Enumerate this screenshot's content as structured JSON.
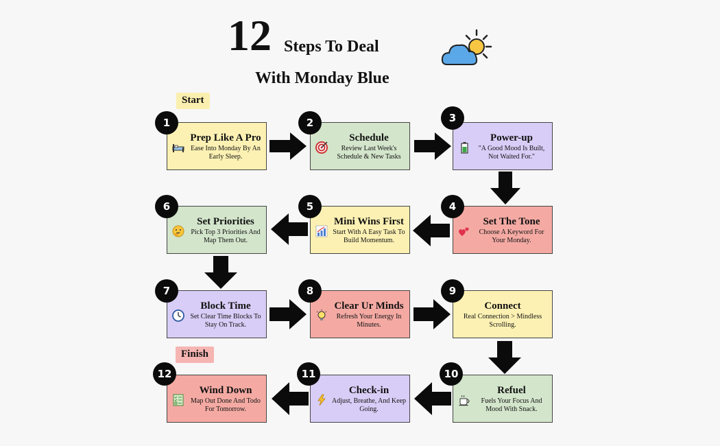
{
  "title": {
    "number": "12",
    "line1": "Steps To Deal",
    "line2": "With Monday Blue"
  },
  "labels": {
    "start": "Start",
    "finish": "Finish"
  },
  "icons": {
    "header": "sun-behind-cloud-icon"
  },
  "colors": {
    "yellow": "#fcf1b3",
    "green": "#d3e5cb",
    "purple": "#d8cdf6",
    "red": "#f4aaa3",
    "badge": "#0b0b0b",
    "arrow": "#0b0b0b"
  },
  "steps": [
    {
      "num": "1",
      "title": "Prep Like A Pro",
      "desc": "Ease Into Monday By An Early Sleep.",
      "icon": "bed-icon",
      "color": "yellow"
    },
    {
      "num": "2",
      "title": "Schedule",
      "desc": "Review Last Week's Schedule & New Tasks",
      "icon": "target-icon",
      "color": "green"
    },
    {
      "num": "3",
      "title": "Power-up",
      "desc": "\"A Good Mood Is Built, Not Waited For.\"",
      "icon": "battery-icon",
      "color": "purple"
    },
    {
      "num": "4",
      "title": "Set The Tone",
      "desc": "Choose A Keyword For Your Monday.",
      "icon": "hearts-icon",
      "color": "red"
    },
    {
      "num": "5",
      "title": "Mini Wins First",
      "desc": "Start With A Easy Task To Build Momentum.",
      "icon": "bar-chart-icon",
      "color": "yellow"
    },
    {
      "num": "6",
      "title": "Set Priorities",
      "desc": "Pick Top 3 Priorities And Map Them Out.",
      "icon": "thinking-face-icon",
      "color": "green"
    },
    {
      "num": "7",
      "title": "Block Time",
      "desc": "Set Clear Time Blocks To Stay On Track.",
      "icon": "clock-icon",
      "color": "purple"
    },
    {
      "num": "8",
      "title": "Clear Ur Minds",
      "desc": "Refresh Your Energy In Minutes.",
      "icon": "lightbulb-icon",
      "color": "red"
    },
    {
      "num": "9",
      "title": "Connect",
      "desc": "Real Connection > Mindless Scrolling.",
      "icon": "",
      "color": "yellow"
    },
    {
      "num": "10",
      "title": "Refuel",
      "desc": "Fuels Your Focus And Mood With Snack.",
      "icon": "coffee-icon",
      "color": "green"
    },
    {
      "num": "11",
      "title": "Check-in",
      "desc": "Adjust, Breathe, And Keep Going.",
      "icon": "lightning-icon",
      "color": "purple"
    },
    {
      "num": "12",
      "title": "Wind Down",
      "desc": "Map Out Done And Todo For Tomorrow.",
      "icon": "checklist-icon",
      "color": "red"
    }
  ]
}
